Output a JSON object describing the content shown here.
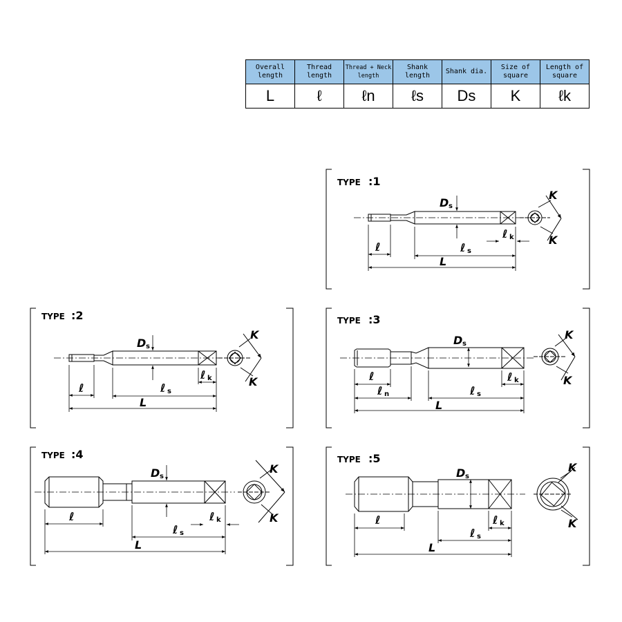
{
  "legend": {
    "headers": [
      "Overall length",
      "Thread length",
      "Thread + Neck length",
      "Shank length",
      "Shank dia.",
      "Size of square",
      "Length of square"
    ],
    "symbols": [
      "L",
      "ℓ",
      "ℓn",
      "ℓs",
      "Ds",
      "K",
      "ℓk"
    ]
  },
  "types": [
    {
      "label": "TYPE",
      "number": ":1"
    },
    {
      "label": "TYPE",
      "number": ":2"
    },
    {
      "label": "TYPE",
      "number": ":3"
    },
    {
      "label": "TYPE",
      "number": ":4"
    },
    {
      "label": "TYPE",
      "number": ":5"
    }
  ],
  "dims": {
    "D": "D",
    "s": "s",
    "K": "K",
    "L": "L",
    "l": "ℓ",
    "k": "k",
    "n": "n"
  }
}
